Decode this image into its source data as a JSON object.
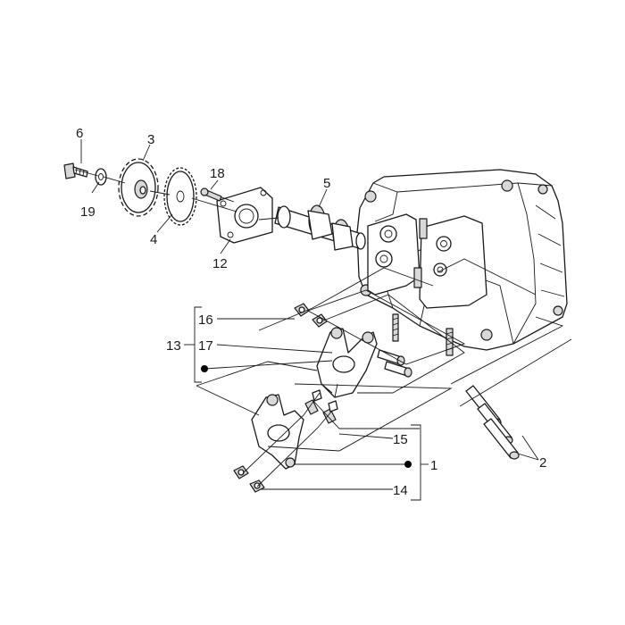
{
  "callouts": {
    "c1": "1",
    "c2": "2",
    "c3": "3",
    "c4": "4",
    "c5": "5",
    "c6": "6",
    "c12": "12",
    "c13": "13",
    "c14": "14",
    "c15": "15",
    "c16": "16",
    "c17": "17",
    "c18": "18",
    "c19": "19"
  }
}
